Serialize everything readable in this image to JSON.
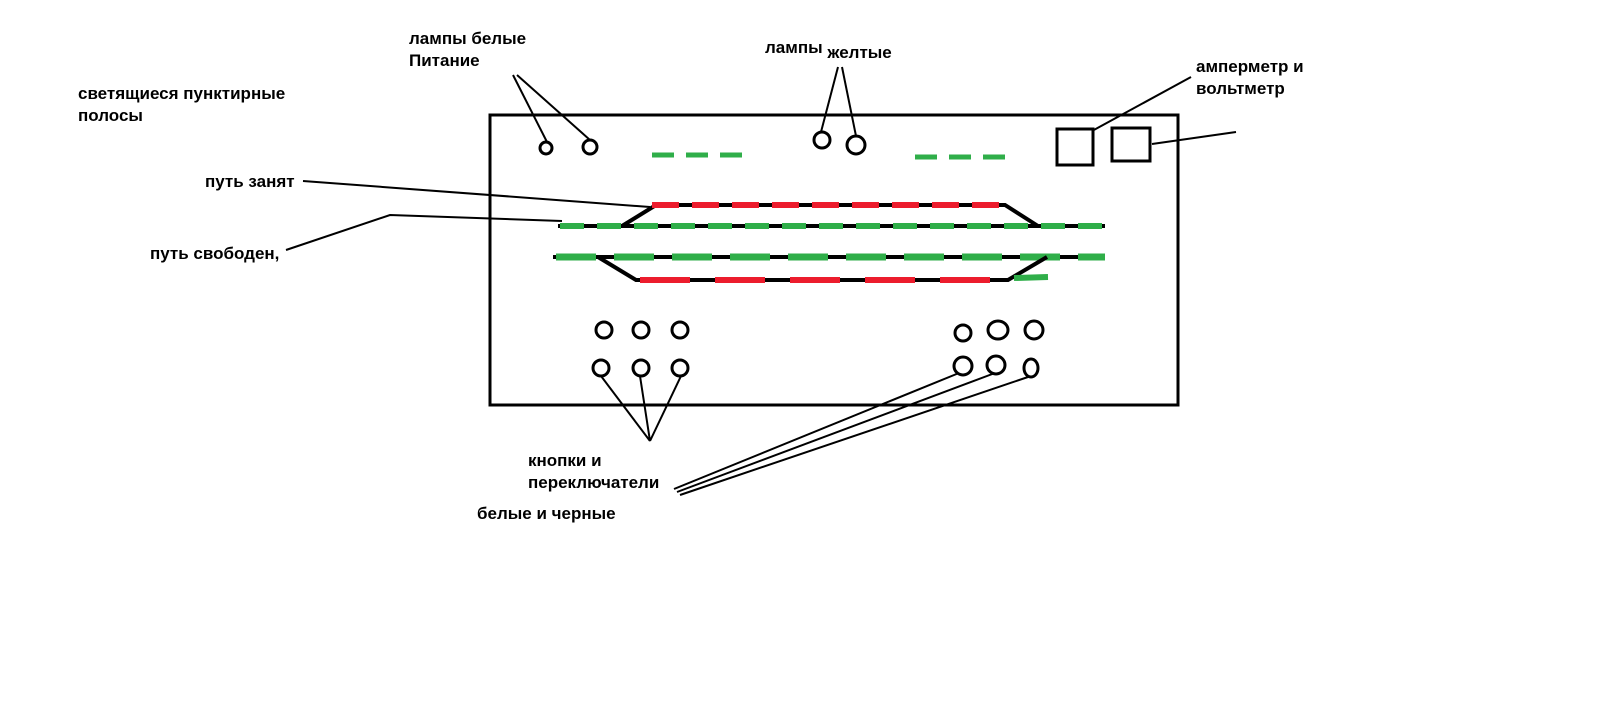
{
  "colors": {
    "ink": "#000000",
    "track_occupied": "#ec1c2d",
    "track_free": "#2fae49",
    "background": "#ffffff"
  },
  "annotations": {
    "white_lamps": {
      "line1": "лампы белые",
      "line2": "Питание"
    },
    "yellow_lamps": {
      "word1": "лампы",
      "word2": "желтые"
    },
    "meters": {
      "line1": "амперметр и",
      "line2": "вольтметр"
    },
    "glowing_strips": {
      "line1": "светящиеся пунктирные",
      "line2": "полосы"
    },
    "track_occupied": {
      "text": "путь занят"
    },
    "track_free": {
      "text": "путь свободен,"
    },
    "buttons": {
      "line1": "кнопки и",
      "line2": "переключатели",
      "line3": "белые и черные"
    }
  }
}
